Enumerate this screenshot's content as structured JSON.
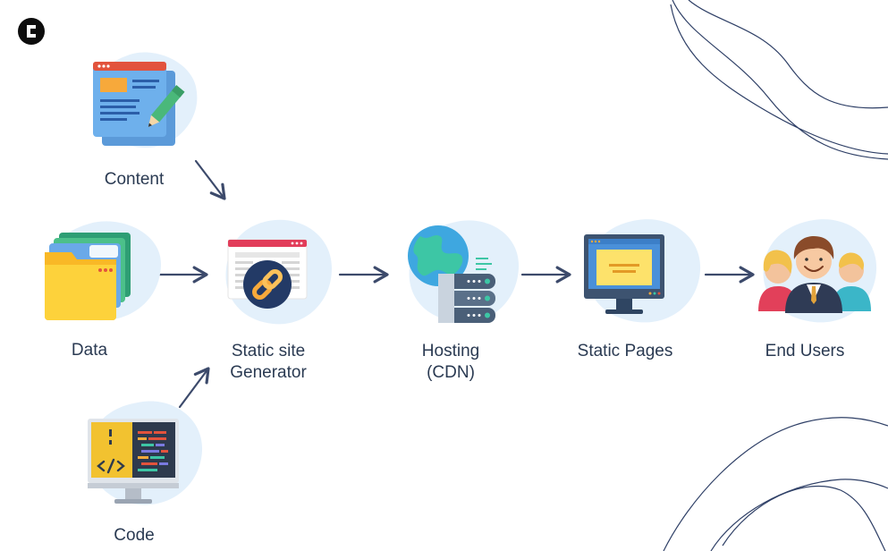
{
  "nodes": {
    "content": {
      "label": "Content"
    },
    "data": {
      "label": "Data"
    },
    "code": {
      "label": "Code"
    },
    "generator": {
      "line1": "Static site",
      "line2": "Generator"
    },
    "hosting": {
      "line1": "Hosting",
      "line2": "(CDN)"
    },
    "static_pages": {
      "label": "Static Pages"
    },
    "end_users": {
      "label": "End Users"
    }
  },
  "colors": {
    "blob": "#e3f0fb",
    "arrow": "#3c4a6b",
    "text": "#2a3a52",
    "deco_line": "#2e3f66"
  },
  "icons": {
    "logo": "brand-logo-icon",
    "content": "document-edit-icon",
    "data": "folders-icon",
    "code": "code-monitor-icon",
    "generator": "link-browser-icon",
    "hosting": "globe-server-icon",
    "static_pages": "monitor-page-icon",
    "end_users": "people-group-icon"
  }
}
